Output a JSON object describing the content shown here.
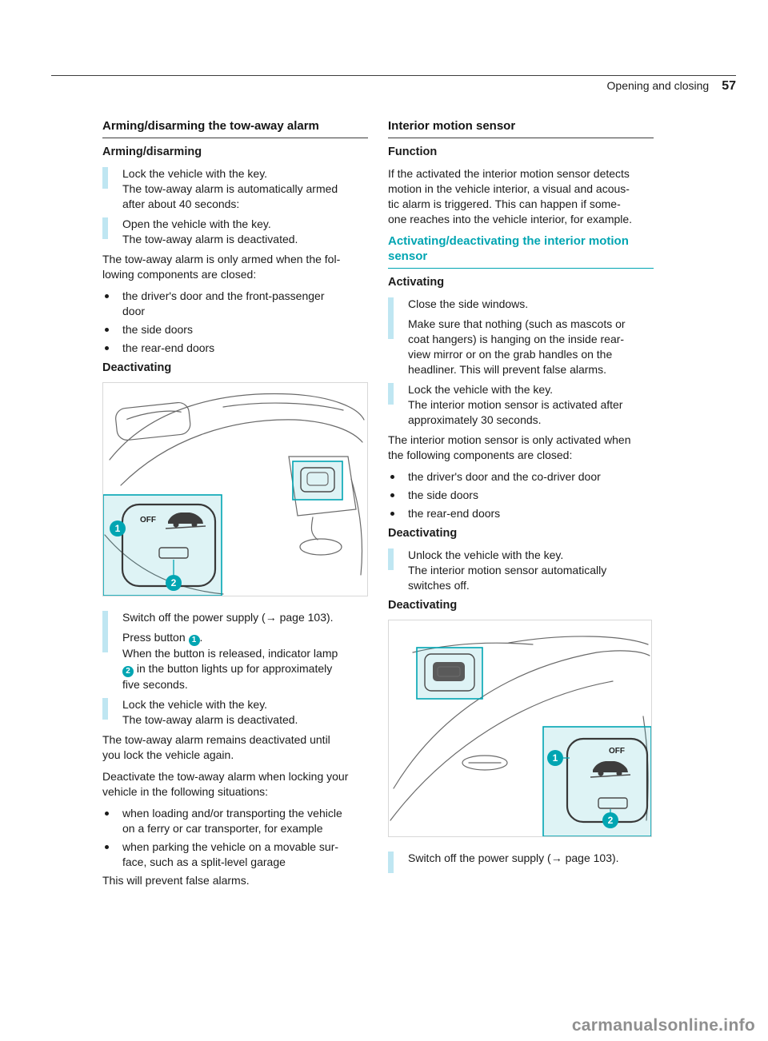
{
  "header": {
    "section": "Opening and closing",
    "page_number": "57"
  },
  "watermark": "carmanualsonline.info",
  "accent_color": "#00a5b2",
  "left_column": {
    "heading": "Arming/disarming the tow-away alarm",
    "subheading_arming": "Arming/disarming",
    "arming_steps": [
      {
        "text": "Lock the vehicle with the key.\nThe tow-away alarm is automatically armed\nafter about 40 seconds:"
      },
      {
        "text": "Open the vehicle with the key.\nThe tow-away alarm is deactivated."
      }
    ],
    "armed_intro": "The tow-away alarm is only armed when the fol-\nlowing components are closed:",
    "armed_components": [
      "the driver's door and the front-passenger\ndoor",
      "the side doors",
      "the rear-end doors"
    ],
    "subheading_deactivating": "Deactivating",
    "deactivating_steps": [
      {
        "text": "Switch off the power supply (→ page 103)."
      },
      {
        "text": "Press button ①.\nWhen the button is released, indicator lamp\n② in the button lights up for approximately\nfive seconds."
      },
      {
        "text": "Lock the vehicle with the key.\nThe tow-away alarm is deactivated."
      }
    ],
    "para_remains": "The tow-away alarm remains deactivated until\nyou lock the vehicle again.",
    "para_situations": "Deactivate the tow-away alarm when locking your\nvehicle in the following situations:",
    "situation_bullets": [
      "when loading and/or transporting the vehicle\non a ferry or car transporter, for example",
      "when parking the vehicle on a movable sur-\nface, such as a split-level garage"
    ],
    "para_prevent": "This will prevent false alarms."
  },
  "right_column": {
    "heading": "Interior motion sensor",
    "subheading_function": "Function",
    "para_function": "If the activated the interior motion sensor detects\nmotion in the vehicle interior, a visual and acous-\ntic alarm is triggered. This can happen if some-\none reaches into the vehicle interior, for example.",
    "heading_activating_deactivating": "Activating/deactivating the interior motion\nsensor",
    "subheading_activating": "Activating",
    "activating_steps": [
      {
        "text": "Close the side windows."
      },
      {
        "text": "Make sure that nothing (such as mascots or\ncoat hangers) is hanging on the inside rear-\nview mirror or on the grab handles on the\nheadliner. This will prevent false alarms."
      },
      {
        "text": "Lock the vehicle with the key.\nThe interior motion sensor is activated after\napproximately 30 seconds."
      }
    ],
    "para_activated": "The interior motion sensor is only activated when\nthe following components are closed:",
    "activated_components": [
      "the driver's door and the co-driver door",
      "the side doors",
      "the rear-end doors"
    ],
    "subheading_deactivating_1": "Deactivating",
    "deactivating_unlock_step": {
      "text": "Unlock the vehicle with the key.\nThe interior motion sensor automatically\nswitches off."
    },
    "subheading_deactivating_2": "Deactivating",
    "deactivating_power_step": {
      "text": "Switch off the power supply (→ page 103)."
    }
  },
  "figures": {
    "fig1": {
      "button_label": "OFF",
      "callouts": [
        "1",
        "2"
      ]
    },
    "fig2": {
      "button_label": "OFF",
      "callouts": [
        "1",
        "2"
      ]
    }
  }
}
